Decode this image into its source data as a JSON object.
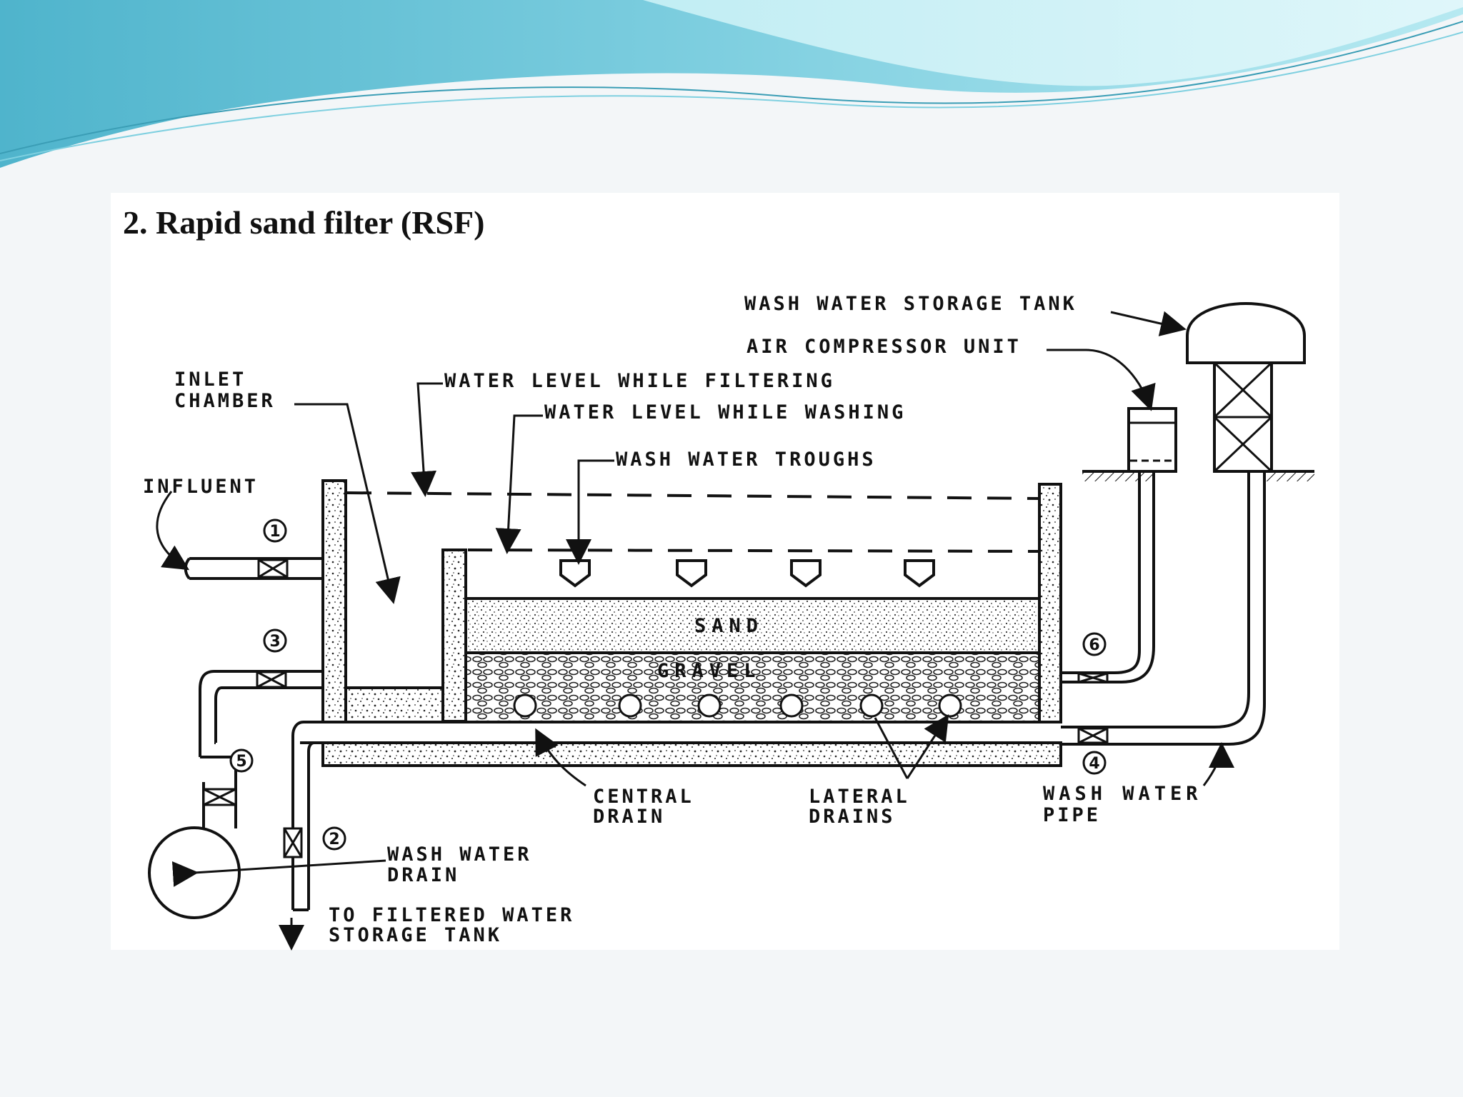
{
  "slide": {
    "title": "2. Rapid sand filter (RSF)",
    "colors": {
      "banner_dark": "#5fb8cf",
      "banner_light": "#a9e3ee",
      "ink": "#111111"
    }
  },
  "diagram": {
    "labels": {
      "wash_water_storage_tank": "WASH WATER STORAGE TANK",
      "air_compressor_unit": "AIR COMPRESSOR UNIT",
      "inlet": "INLET",
      "chamber": "CHAMBER",
      "water_level_filtering": "WATER LEVEL WHILE FILTERING",
      "water_level_washing": "WATER LEVEL WHILE WASHING",
      "wash_water_troughs": "WASH WATER TROUGHS",
      "influent": "INFLUENT",
      "sand": "SAND",
      "gravel": "GRAVEL",
      "central": "CENTRAL",
      "drain": "DRAIN",
      "lateral": "LATERAL",
      "drains": "DRAINS",
      "wash_water_pipe_1": "WASH WATER",
      "wash_water_pipe_2": "PIPE",
      "wash_water_drain_1": "WASH WATER",
      "wash_water_drain_2": "DRAIN",
      "filtered_1": "TO FILTERED WATER",
      "filtered_2": "STORAGE TANK"
    },
    "valves": [
      "1",
      "2",
      "3",
      "4",
      "5",
      "6"
    ]
  }
}
